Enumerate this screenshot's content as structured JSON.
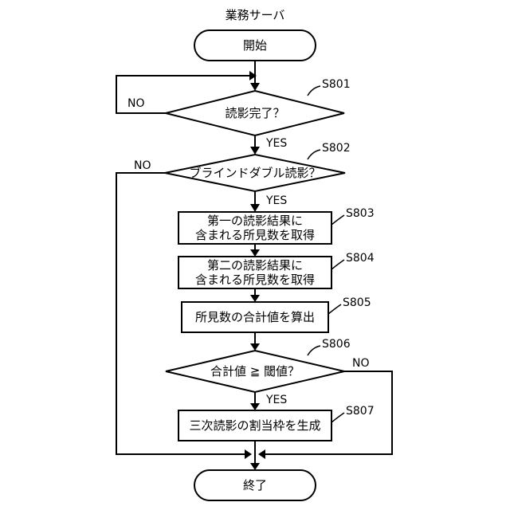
{
  "title": "業務サーバ",
  "nodes": {
    "start": "開始",
    "d801": "読影完了？",
    "d802": "ブラインドダブル読影？",
    "p803_line1": "第一の読影結果に",
    "p803_line2": "含まれる所見数を取得",
    "p804_line1": "第二の読影結果に",
    "p804_line2": "含まれる所見数を取得",
    "p805": "所見数の合計値を算出",
    "d806": "合計値 ≧ 閾値？",
    "p807": "三次読影の割当枠を生成",
    "end": "終了"
  },
  "steps": {
    "s801": "S801",
    "s802": "S802",
    "s803": "S803",
    "s804": "S804",
    "s805": "S805",
    "s806": "S806",
    "s807": "S807"
  },
  "branches": {
    "no_801": "NO",
    "yes_801": "YES",
    "no_802": "NO",
    "yes_802": "YES",
    "no_806": "NO",
    "yes_806": "YES"
  }
}
